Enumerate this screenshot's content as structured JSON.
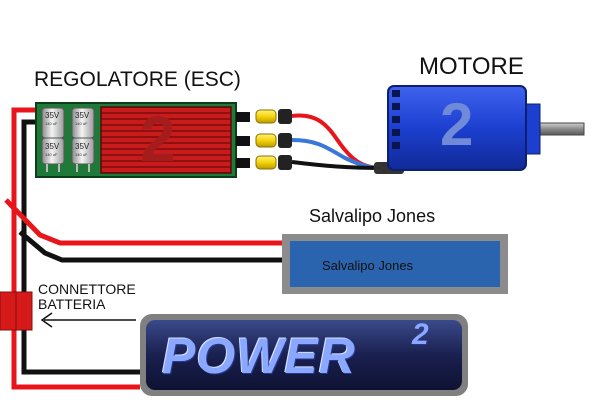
{
  "labels": {
    "esc": "REGOLATORE (ESC)",
    "motor": "MOTORE",
    "receiver_title": "Salvalipo Jones",
    "receiver_body": "Salvalipo Jones",
    "battery_connector_line1": "CONNETTORE",
    "battery_connector_line2": "BATTERIA"
  },
  "battery": {
    "brand": "POWER",
    "superscript": "2"
  },
  "motor": {
    "digit": "2"
  },
  "esc": {
    "digit": "2"
  },
  "capacitors": [
    {
      "voltage": "35V",
      "capacity": "140 uF"
    },
    {
      "voltage": "35V",
      "capacity": "140 uF"
    },
    {
      "voltage": "35V",
      "capacity": "140 uF"
    },
    {
      "voltage": "35V",
      "capacity": "140 uF"
    }
  ],
  "colors": {
    "wire_red": "#e8151b",
    "wire_black": "#111111",
    "wire_blue": "#3a78d8",
    "esc_board": "#1f7a3a",
    "esc_heatsink": "#c81c1c",
    "motor_blue": "#1c3fd0",
    "receiver_blue": "#2a64ae",
    "receiver_frame": "#8c8c8c",
    "battery_dark": "#1a2050",
    "connector_yellow": "#f4d40a",
    "connector_red": "#d61a1a"
  }
}
